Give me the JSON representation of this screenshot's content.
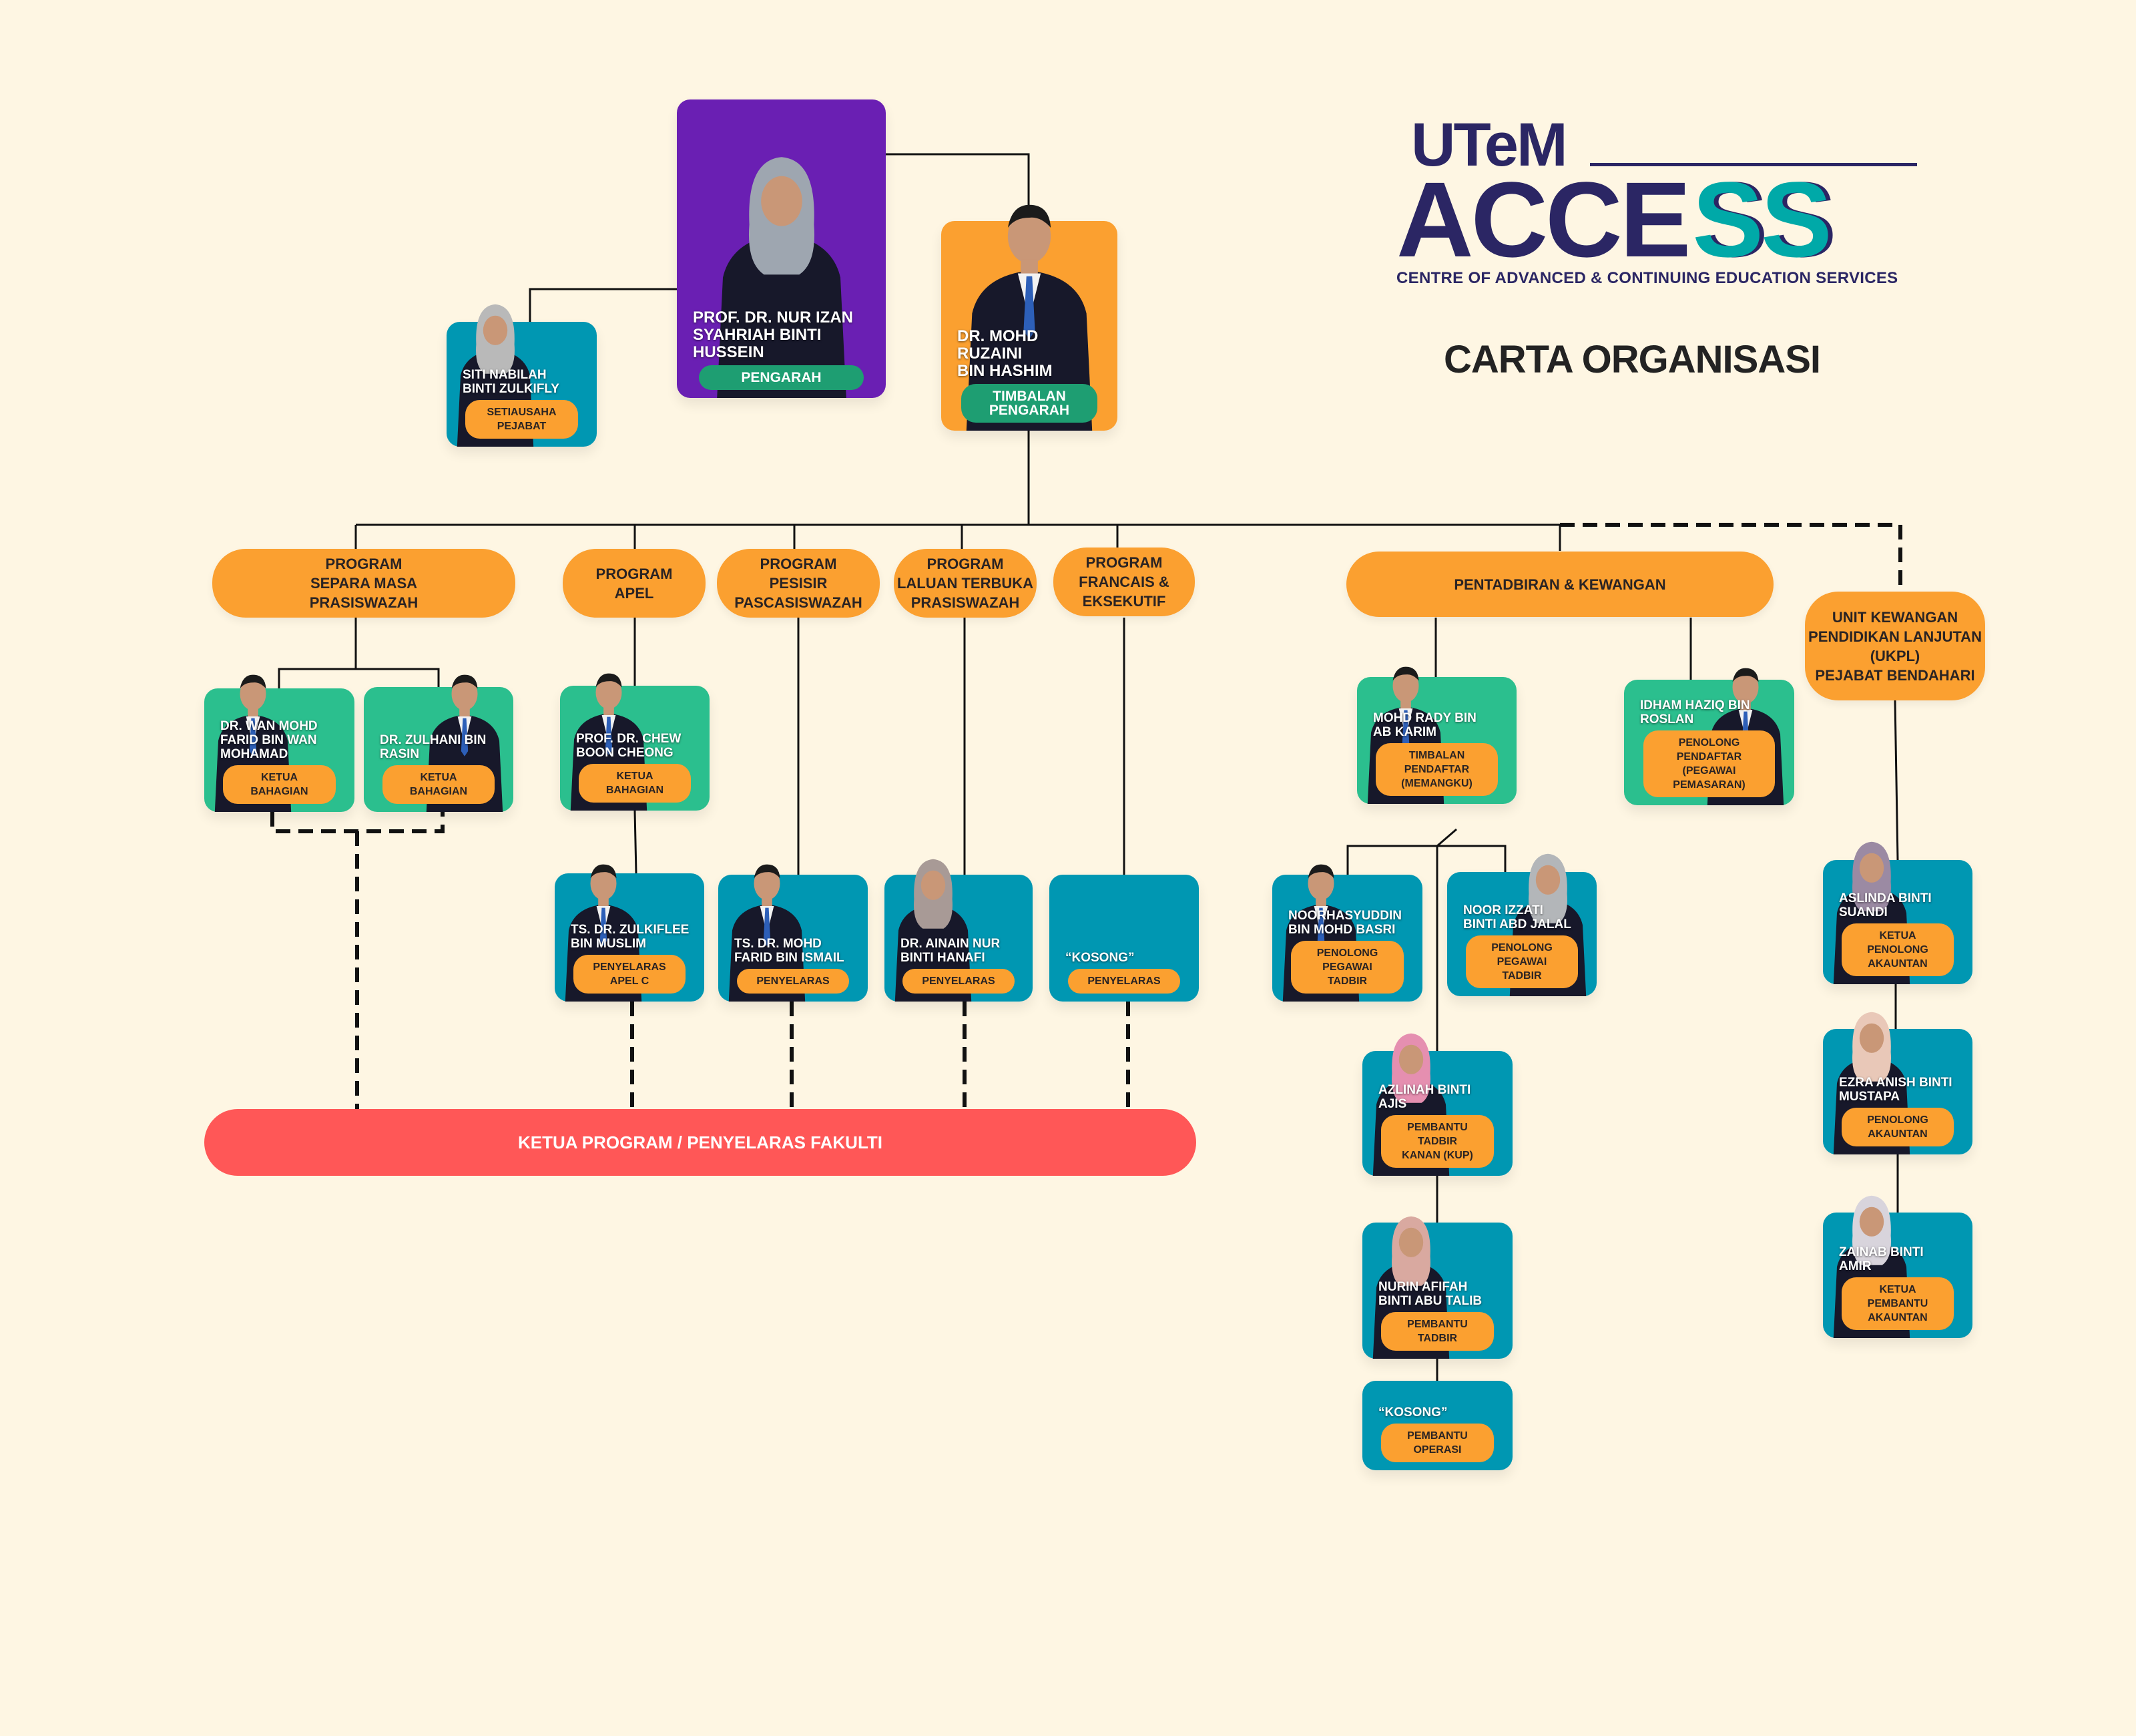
{
  "logo": {
    "utem": "UTeM",
    "access_main": "ACCE",
    "access_ss": "SS",
    "subtitle": "CENTRE OF ADVANCED & CONTINUING EDUCATION SERVICES"
  },
  "title": "CARTA ORGANISASI",
  "colors": {
    "background": "#FEF6E3",
    "purple": "#6A1FB3",
    "orange": "#FBA030",
    "green": "#2BBF8E",
    "teal": "#0097B2",
    "red": "#FF5757",
    "navy": "#2B2664"
  },
  "programs": {
    "separa_masa": "PROGRAM\nSEPARA MASA\nPRASISWAZAH",
    "apel": "PROGRAM\nAPEL",
    "pesisir": "PROGRAM\nPESISIR\nPASCASISWAZAH",
    "laluan": "PROGRAM\nLALUAN TERBUKA\nPRASISWAZAH",
    "francais": "PROGRAM\nFRANCAIS &\nEKSEKUTIF",
    "pentadbiran": "PENTADBIRAN & KEWANGAN",
    "ukpl": "UNIT KEWANGAN\nPENDIDIKAN LANJUTAN\n(UKPL)\nPEJABAT BENDAHARI"
  },
  "ketua_program_bar": "KETUA PROGRAM / PENYELARAS FAKULTI",
  "cards": {
    "pengarah": {
      "name": "PROF. DR. NUR IZAN\nSYAHRIAH BINTI\nHUSSEIN",
      "role": "PENGARAH"
    },
    "timbalan": {
      "name": "DR. MOHD RUZAINI\nBIN HASHIM",
      "role": "TIMBALAN PENGARAH"
    },
    "setiausaha": {
      "name": "SITI NABILAH\nBINTI ZULKIFLY",
      "role": "SETIAUSAHA PEJABAT"
    },
    "wan": {
      "name": "DR. WAN  MOHD\nFARID BIN WAN\nMOHAMAD",
      "role": "KETUA BAHAGIAN"
    },
    "zulhani": {
      "name": "DR. ZULHANI BIN\nRASIN",
      "role": "KETUA BAHAGIAN"
    },
    "chew": {
      "name": "PROF. DR. CHEW\nBOON CHEONG",
      "role": "KETUA BAHAGIAN"
    },
    "zulkiflee": {
      "name": "TS. DR. ZULKIFLEE\nBIN MUSLIM",
      "role": "PENYELARAS APEL C"
    },
    "farid": {
      "name": "TS. DR. MOHD\nFARID BIN ISMAIL",
      "role": "PENYELARAS"
    },
    "ainain": {
      "name": "DR. AINAIN NUR\nBINTI HANAFI",
      "role": "PENYELARAS"
    },
    "kosong1": {
      "name": "“KOSONG”",
      "role": "PENYELARAS"
    },
    "rady": {
      "name": "MOHD RADY BIN\nAB KARIM",
      "role": "TIMBALAN PENDAFTAR\n(MEMANGKU)"
    },
    "idham": {
      "name": "IDHAM HAZIQ BIN\nROSLAN",
      "role": "PENOLONG PENDAFTAR\n(PEGAWAI PEMASARAN)"
    },
    "noorh": {
      "name": "NOORHASYUDDIN\nBIN MOHD BASRI",
      "role": "PENOLONG PEGAWAI\nTADBIR"
    },
    "izzati": {
      "name": "NOOR IZZATI\nBINTI ABD JALAL",
      "role": "PENOLONG PEGAWAI\nTADBIR"
    },
    "azlinah": {
      "name": "AZLINAH BINTI AJIS",
      "role": "PEMBANTU TADBIR\nKANAN (KUP)"
    },
    "nurin": {
      "name": "NURIN AFIFAH\nBINTI ABU TALIB",
      "role": "PEMBANTU TADBIR"
    },
    "kosong2": {
      "name": "“KOSONG”",
      "role": "PEMBANTU OPERASI"
    },
    "aslinda": {
      "name": "ASLINDA BINTI\nSUANDI",
      "role": "KETUA PENOLONG\nAKAUNTAN"
    },
    "ezra": {
      "name": "EZRA ANISH BINTI\nMUSTAPA",
      "role": "PENOLONG AKAUNTAN"
    },
    "zainab": {
      "name": "ZAINAB BINTI\nAMIR",
      "role": "KETUA PEMBANTU\nAKAUNTAN"
    }
  }
}
